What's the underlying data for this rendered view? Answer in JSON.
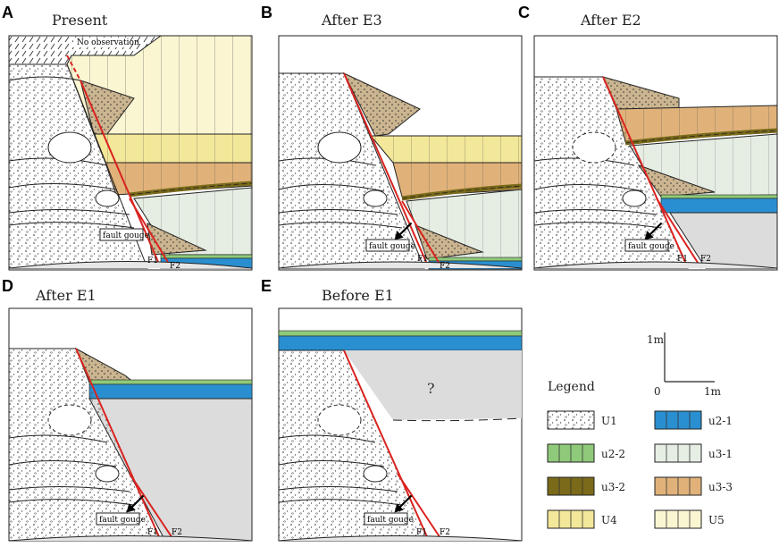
{
  "panels": [
    {
      "letter": "A",
      "title": "Present"
    },
    {
      "letter": "B",
      "title": "After E3"
    },
    {
      "letter": "C",
      "title": "After E2"
    },
    {
      "letter": "D",
      "title": "After E1"
    },
    {
      "letter": "E",
      "title": "Before E1"
    }
  ],
  "labels": {
    "no_observation": "No observation",
    "fault_gouge": "fault gouge",
    "f1": "F1",
    "f2": "F2",
    "question": "?"
  },
  "scale": {
    "vertical": "1m",
    "horizontal": "1m",
    "origin": "0"
  },
  "legend": {
    "title": "Legend",
    "items": [
      {
        "code": "U1",
        "color": "#ffffff"
      },
      {
        "code": "u2-1",
        "color": "#2a8fd0"
      },
      {
        "code": "u2-2",
        "color": "#8fca7a"
      },
      {
        "code": "u3-1",
        "color": "#e6eee4"
      },
      {
        "code": "u3-2",
        "color": "#7a6a1a"
      },
      {
        "code": "u3-3",
        "color": "#e0b27a"
      },
      {
        "code": "U4",
        "color": "#f3e79a"
      },
      {
        "code": "U5",
        "color": "#fbf6d2"
      }
    ]
  },
  "colors": {
    "fault": "#d9231f",
    "wedge": "#cbb590",
    "grey": "#dcdcdc"
  }
}
